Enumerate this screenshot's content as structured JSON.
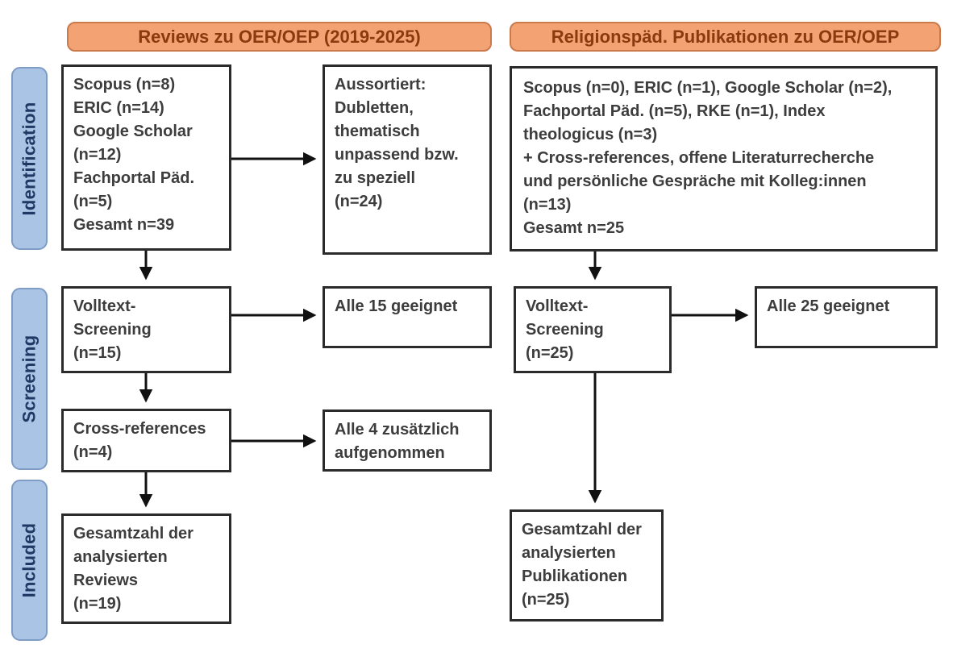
{
  "diagram": {
    "colors": {
      "header_fill": "#f2a273",
      "header_border": "#cb7a4c",
      "header_text": "#8b3a10",
      "tab_fill": "#aac4e6",
      "tab_border": "#7f9cc4",
      "tab_text": "#1f3864",
      "box_border": "#2b2b2b",
      "box_text": "#3d3d3d",
      "arrow": "#111111"
    },
    "column_headers": {
      "left": "Reviews zu OER/OEP (2019-2025)",
      "right": "Religionspäd. Publikationen zu OER/OEP"
    },
    "stage_labels": {
      "identification": "Identification",
      "screening": "Screening",
      "included": "Included"
    },
    "boxes": {
      "left_sources": "Scopus (n=8)\nERIC (n=14)\nGoogle Scholar\n(n=12)\nFachportal Päd.\n(n=5)\nGesamt n=39",
      "left_excluded": "Aussortiert:\nDubletten,\nthematisch\nunpassend bzw.\nzu speziell\n(n=24)",
      "left_fulltext": "Volltext-\nScreening\n(n=15)",
      "left_eligible": "Alle 15 geeignet",
      "left_crossref": "Cross-references\n(n=4)",
      "left_added": "Alle 4 zusätzlich\naufgenommen",
      "left_included": "Gesamtzahl der\nanalysierten\nReviews\n(n=19)",
      "right_sources": "Scopus (n=0), ERIC (n=1), Google Scholar (n=2),\nFachportal Päd. (n=5), RKE (n=1), Index\ntheologicus (n=3)\n+ Cross-references, offene Literaturrecherche\nund persönliche Gespräche mit Kolleg:innen\n(n=13)\nGesamt n=25",
      "right_fulltext": "Volltext-\nScreening\n(n=25)",
      "right_eligible": "Alle 25 geeignet",
      "right_included": "Gesamtzahl der\nanalysierten\nPublikationen\n(n=25)"
    }
  }
}
